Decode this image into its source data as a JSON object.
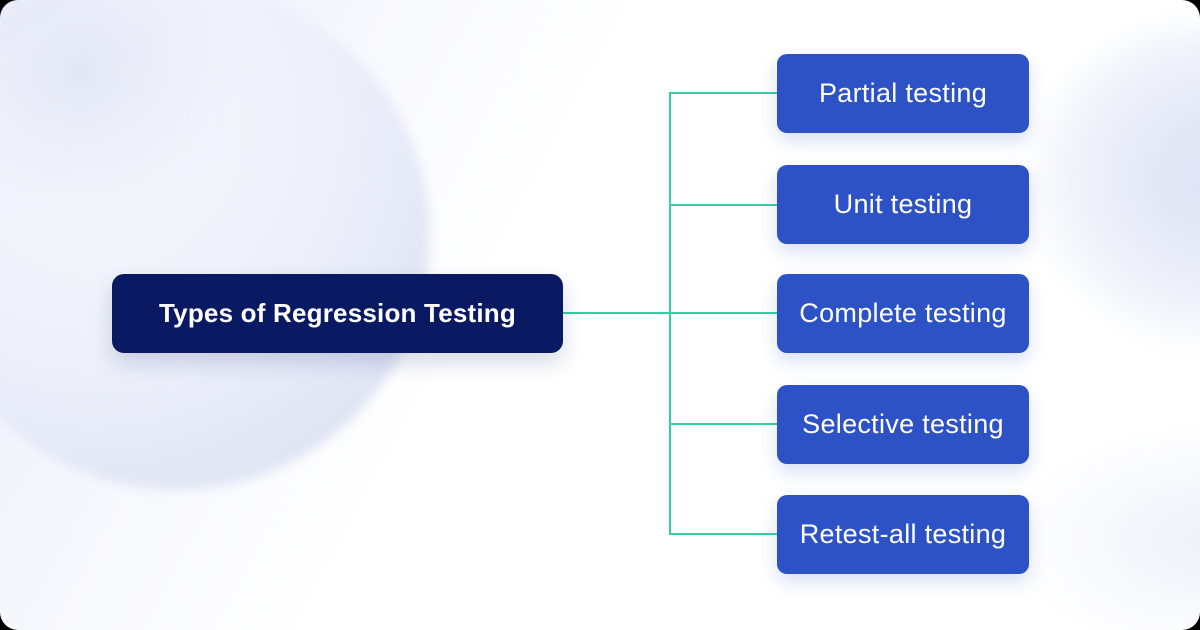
{
  "diagram": {
    "root": {
      "label": "Types of Regression Testing"
    },
    "branches": [
      {
        "label": "Partial testing"
      },
      {
        "label": "Unit testing"
      },
      {
        "label": "Complete testing"
      },
      {
        "label": "Selective testing"
      },
      {
        "label": "Retest-all testing"
      }
    ],
    "colors": {
      "root_bg": "#0a1a62",
      "node_bg": "#2d52c6",
      "connector": "#35cfa4",
      "text": "#ffffff",
      "background_blob": "#dde2f3"
    }
  }
}
